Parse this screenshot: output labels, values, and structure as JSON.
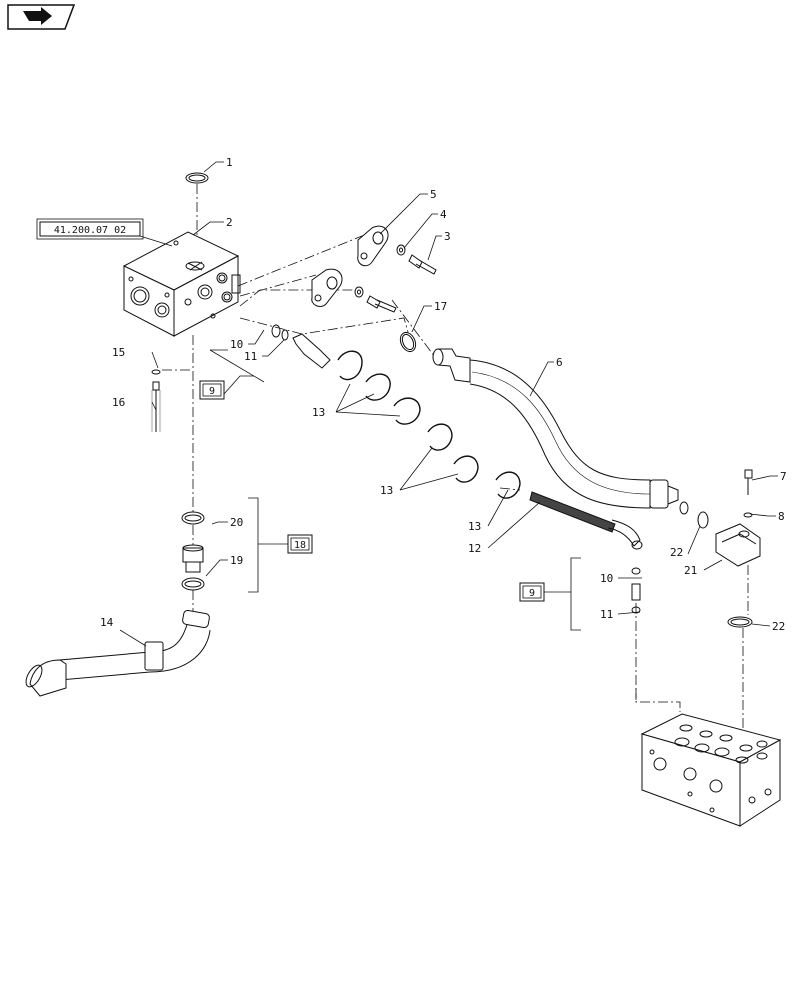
{
  "nav": {
    "icon": "forward-arrow-icon"
  },
  "refs": {
    "main": "41.200.07 02",
    "kit_a": "9",
    "kit_b": "18",
    "kit_c": "9"
  },
  "callouts": {
    "c1": "1",
    "c2": "2",
    "c3": "3",
    "c4": "4",
    "c5": "5",
    "c6": "6",
    "c7": "7",
    "c8": "8",
    "c10a": "10",
    "c11a": "11",
    "c13a": "13",
    "c13b": "13",
    "c13c": "13",
    "c12": "12",
    "c14": "14",
    "c15": "15",
    "c16": "16",
    "c17": "17",
    "c19": "19",
    "c20": "20",
    "c21": "21",
    "c22a": "22",
    "c22b": "22",
    "c10b": "10",
    "c11b": "11"
  }
}
